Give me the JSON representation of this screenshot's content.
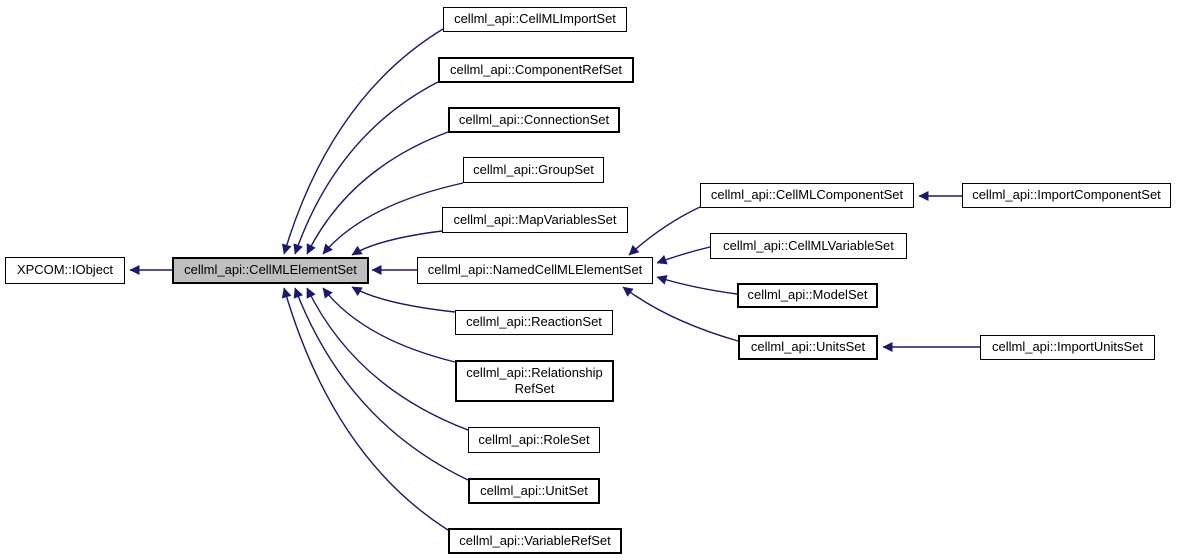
{
  "diagram": {
    "type": "class-inheritance-graph",
    "colors": {
      "edge": "#191970",
      "highlight_fill": "#bfbfbf",
      "node_fill": "#ffffff",
      "border": "#000000",
      "background": "#ffffff"
    },
    "nodes": {
      "iobject": {
        "label": "XPCOM::IObject"
      },
      "cellml_element_set": {
        "label": "cellml_api::CellMLElementSet",
        "highlighted": true
      },
      "cellml_import_set": {
        "label": "cellml_api::CellMLImportSet"
      },
      "component_ref_set": {
        "label": "cellml_api::ComponentRefSet"
      },
      "connection_set": {
        "label": "cellml_api::ConnectionSet"
      },
      "group_set": {
        "label": "cellml_api::GroupSet"
      },
      "map_variables_set": {
        "label": "cellml_api::MapVariablesSet"
      },
      "named_cellml_element_set": {
        "label": "cellml_api::NamedCellMLElementSet"
      },
      "reaction_set": {
        "label": "cellml_api::ReactionSet"
      },
      "relationship_ref_set": {
        "label_line1": "cellml_api::Relationship",
        "label_line2": "RefSet"
      },
      "role_set": {
        "label": "cellml_api::RoleSet"
      },
      "unit_set": {
        "label": "cellml_api::UnitSet"
      },
      "variable_ref_set": {
        "label": "cellml_api::VariableRefSet"
      },
      "cellml_component_set": {
        "label": "cellml_api::CellMLComponentSet"
      },
      "import_component_set": {
        "label": "cellml_api::ImportComponentSet"
      },
      "cellml_variable_set": {
        "label": "cellml_api::CellMLVariableSet"
      },
      "model_set": {
        "label": "cellml_api::ModelSet"
      },
      "units_set": {
        "label": "cellml_api::UnitsSet"
      },
      "import_units_set": {
        "label": "cellml_api::ImportUnitsSet"
      }
    },
    "edges": [
      {
        "from": "cellml_element_set",
        "to": "iobject"
      },
      {
        "from": "cellml_import_set",
        "to": "cellml_element_set"
      },
      {
        "from": "component_ref_set",
        "to": "cellml_element_set"
      },
      {
        "from": "connection_set",
        "to": "cellml_element_set"
      },
      {
        "from": "group_set",
        "to": "cellml_element_set"
      },
      {
        "from": "map_variables_set",
        "to": "cellml_element_set"
      },
      {
        "from": "named_cellml_element_set",
        "to": "cellml_element_set"
      },
      {
        "from": "reaction_set",
        "to": "cellml_element_set"
      },
      {
        "from": "relationship_ref_set",
        "to": "cellml_element_set"
      },
      {
        "from": "role_set",
        "to": "cellml_element_set"
      },
      {
        "from": "unit_set",
        "to": "cellml_element_set"
      },
      {
        "from": "variable_ref_set",
        "to": "cellml_element_set"
      },
      {
        "from": "cellml_component_set",
        "to": "named_cellml_element_set"
      },
      {
        "from": "cellml_variable_set",
        "to": "named_cellml_element_set"
      },
      {
        "from": "model_set",
        "to": "named_cellml_element_set"
      },
      {
        "from": "units_set",
        "to": "named_cellml_element_set"
      },
      {
        "from": "import_component_set",
        "to": "cellml_component_set"
      },
      {
        "from": "import_units_set",
        "to": "units_set"
      }
    ]
  }
}
